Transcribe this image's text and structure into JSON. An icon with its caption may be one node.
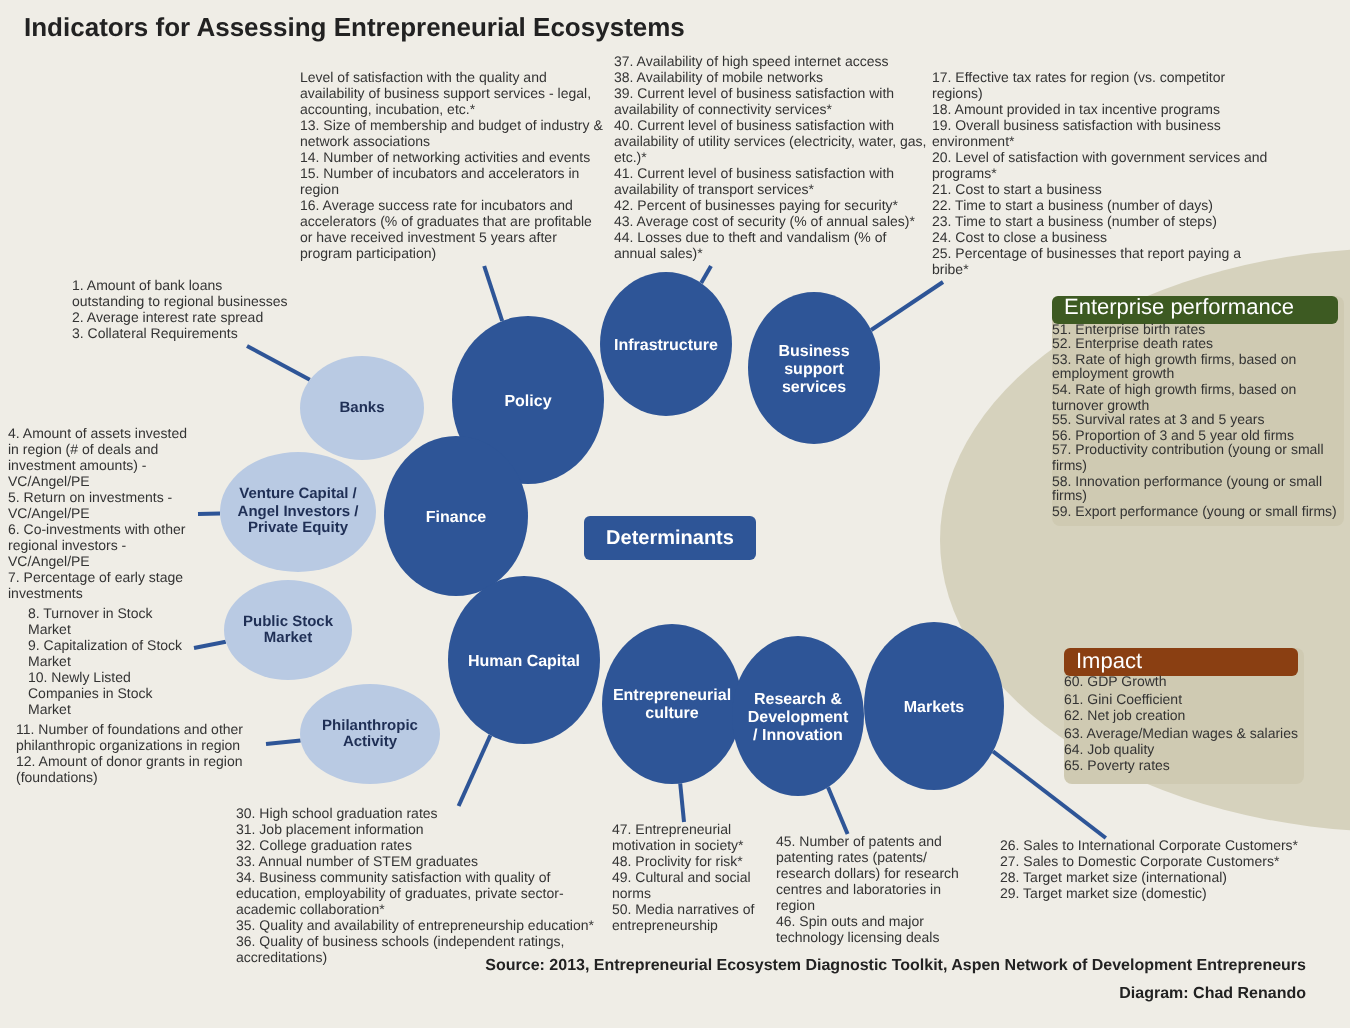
{
  "diagram": {
    "title": "Indicators for Assessing Entrepreneurial Ecosystems",
    "caption": "Source: 2013, Entrepreneurial Ecosystem Diagnostic Toolkit, Aspen Network of Development Entrepreneurs",
    "nodes": [
      {
        "text": [
          "Level of satisfaction with the quality and availability of business support services - legal, accounting, incubation, etc.*",
          "13. Size of membership and budget of industry & network associations",
          "14. Number of networking activities and events",
          "15. Number of incubators and accelerators in region",
          "16. Average success rate for incubators and accelerators (% of graduates that are profitable or have received investment 5 years after program participation)"
        ]
      },
      {
        "text": [
          "37. Availability of high speed internet access",
          "38. Availability of mobile networks",
          "39. Current level of business satisfaction with availability of connectivity services*",
          "40. Current level of business satisfaction with availability of utility services (electricity, water, gas, etc.)*",
          "41. Current level of business satisfaction with availability of transport services*",
          "42. Percent of businesses paying for security*",
          "43. Average cost of security (% of annual sales)*",
          "44. Losses due to theft and vandalism (% of annual sales)*"
        ]
      },
      {
        "text": [
          "17. Effective tax rates for region (vs. competitor regions)",
          "18. Amount provided in tax incentive programs",
          "19. Overall business satisfaction with business environment*",
          "20. Level of satisfaction with government services and programs*",
          "21. Cost to start a business",
          "22. Time to start a business (number of days)",
          "23. Time to start a business (number of steps)",
          "24. Cost to close a business",
          "25. Percentage of businesses that report paying a bribe*"
        ]
      },
      {
        "text": [
          "1. Amount of bank loans outstanding to regional businesses",
          "2. Average interest rate spread",
          "3. Collateral Requirements"
        ]
      },
      {
        "text": [
          "Policy"
        ]
      },
      {
        "text": [
          "Infrastructure"
        ]
      },
      {
        "text": [
          "Business support services"
        ]
      },
      {
        "text": [],
        "shape": "circle"
      },
      {
        "text": [
          "Enterprise performance",
          "51. Enterprise birth rates",
          "52. Enterprise death rates",
          "53. Rate of high growth firms, based on employment growth",
          "54. Rate of high growth firms, based on turnover growth",
          "55. Survival rates at 3 and 5 years",
          "56. Proportion of 3 and 5 year old firms",
          "57. Productivity contribution (young or small firms)",
          "58. Innovation performance (young or small firms)",
          "59. Export performance (young or small firms)"
        ],
        "in": 7
      },
      {
        "text": [
          "Impact",
          "60. GDP Growth",
          "61. Gini Coefficient",
          "62. Net job creation",
          "63. Average/Median wages & salaries",
          "64. Job quality",
          "65. Poverty rates"
        ],
        "in": 7
      },
      {
        "text": [
          "Banks"
        ]
      },
      {
        "text": [
          "4. Amount of assets invested in region (# of deals and investment amounts) - VC/Angel/PE",
          "5. Return on investments - VC/Angel/PE",
          "6. Co-investments with other regional investors - VC/Angel/PE",
          "7. Percentage of early stage investments"
        ]
      },
      {
        "text": [
          "Venture Capital / Angel Investors / Private Equity"
        ]
      },
      {
        "text": [
          "Finance"
        ]
      },
      {
        "text": [
          "Determinants"
        ]
      },
      {
        "text": [
          "Public Stock Market"
        ]
      },
      {
        "text": [
          "8. Turnover in Stock Market",
          "9. Capitalization of Stock Market",
          "10. Newly Listed Companies in Stock Market"
        ]
      },
      {
        "text": [
          "Philanthropic Activity"
        ]
      },
      {
        "text": [
          "11. Number of foundations and other philanthropic organizations in region",
          "12. Amount of donor grants in region (foundations)"
        ]
      },
      {
        "text": [
          "Human Capital"
        ]
      },
      {
        "text": [
          "Entrepreneurial culture"
        ]
      },
      {
        "text": [
          "Research & Development / Innovation"
        ]
      },
      {
        "text": [
          "Markets"
        ]
      },
      {
        "text": [
          "30. High school graduation rates",
          "31. Job placement information",
          "32. College graduation rates",
          "33. Annual number of STEM graduates",
          "34. Business community satisfaction with quality of education, employability of graduates, private sector-academic collaboration*",
          "35. Quality and availability of entrepreneurship education*",
          "36. Quality of business schools (independent ratings, accreditations)"
        ]
      },
      {
        "text": [
          "47. Entrepreneurial motivation in society*",
          "48. Proclivity for risk*",
          "49. Cultural and social norms",
          "50. Media narratives of entrepreneurship"
        ]
      },
      {
        "text": [
          "45. Number of patents and patenting rates (patents/ research dollars) for research centres and laboratories in region",
          "46. Spin outs and major technology licensing deals"
        ]
      },
      {
        "text": [
          "26. Sales to International Corporate Customers*",
          "27. Sales to Domestic Corporate Customers*",
          "28. Target market size (international)",
          "29. Target market size (domestic)"
        ]
      }
    ],
    "edges": [
      {
        "from": 0,
        "to": 4,
        "arrow": "none"
      },
      {
        "from": 1,
        "to": 5,
        "arrow": "none"
      },
      {
        "from": 2,
        "to": 6,
        "arrow": "none"
      },
      {
        "from": 3,
        "to": 10,
        "arrow": "none"
      },
      {
        "from": 11,
        "to": 12,
        "arrow": "none"
      },
      {
        "from": 15,
        "to": 16,
        "arrow": "none"
      },
      {
        "from": 17,
        "to": 18,
        "arrow": "none"
      },
      {
        "from": 19,
        "to": 23,
        "arrow": "none"
      },
      {
        "from": 20,
        "to": 24,
        "arrow": "none"
      },
      {
        "from": 21,
        "to": 25,
        "arrow": "none"
      },
      {
        "from": 22,
        "to": 26,
        "arrow": "none"
      }
    ],
    "labels": [
      "Diagram: Chad Renando"
    ]
  }
}
